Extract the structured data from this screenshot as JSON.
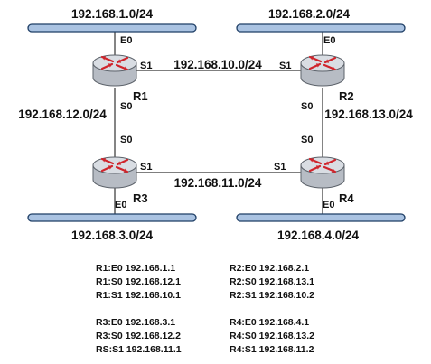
{
  "colors": {
    "segment_fill": "#aac3e2",
    "segment_stroke": "#1f3f66",
    "router_body": "#b7bcc4",
    "router_top": "#d9dde3",
    "router_arrow": "#d0242b",
    "line": "#333333"
  },
  "segments": [
    {
      "id": "seg1",
      "label": "192.168.1.0/24"
    },
    {
      "id": "seg2",
      "label": "192.168.2.0/24"
    },
    {
      "id": "seg3",
      "label": "192.168.3.0/24"
    },
    {
      "id": "seg4",
      "label": "192.168.4.0/24"
    }
  ],
  "routers": [
    {
      "id": "r1",
      "name": "R1"
    },
    {
      "id": "r2",
      "name": "R2"
    },
    {
      "id": "r3",
      "name": "R3"
    },
    {
      "id": "r4",
      "name": "R4"
    }
  ],
  "links": [
    {
      "id": "r1r2",
      "label": "192.168.10.0/24"
    },
    {
      "id": "r1r3",
      "label": "192.168.12.0/24"
    },
    {
      "id": "r2r4",
      "label": "192.168.13.0/24"
    },
    {
      "id": "r3r4",
      "label": "192.168.11.0/24"
    }
  ],
  "ports": {
    "r1_e0": "E0",
    "r1_s1": "S1",
    "r1_s0": "S0",
    "r2_e0": "E0",
    "r2_s1": "S1",
    "r2_s0": "S0",
    "r3_s0": "S0",
    "r3_s1": "S1",
    "r3_e0": "E0",
    "r4_s0": "S0",
    "r4_s1": "S1",
    "r4_e0": "E0"
  },
  "addresses": {
    "left": [
      "R1:E0 192.168.1.1",
      "R1:S0 192.168.12.1",
      "R1:S1 192.168.10.1",
      "R3:E0 192.168.3.1",
      "R3:S0 192.168.12.2",
      "RS:S1 192.168.11.1"
    ],
    "right": [
      "R2:E0 192.168.2.1",
      "R2:S0 192.168.13.1",
      "R2:S1 192.168.10.2",
      "R4:E0 192.168.4.1",
      "R4:S0 192.168.13.2",
      "R4:S1 192.168.11.2"
    ]
  }
}
